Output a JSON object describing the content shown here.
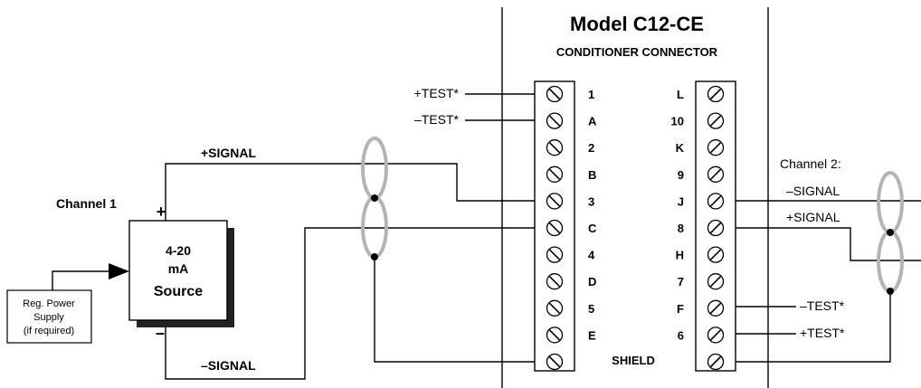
{
  "header": {
    "title": "Model C12-CE",
    "subtitle": "CONDITIONER CONNECTOR"
  },
  "left_pins": [
    "1",
    "A",
    "2",
    "B",
    "3",
    "C",
    "4",
    "D",
    "5",
    "E"
  ],
  "right_pins": [
    "L",
    "10",
    "K",
    "9",
    "J",
    "8",
    "H",
    "7",
    "F",
    "6"
  ],
  "shield_label": "SHIELD",
  "channel1": {
    "label": "Channel 1",
    "plus_sign": "+",
    "minus_sign": "–",
    "source_lines": [
      "4-20",
      "mA",
      "Source"
    ],
    "signal_pos": "+SIGNAL",
    "signal_neg": "–SIGNAL",
    "test_pos": "+TEST*",
    "test_neg": "–TEST*",
    "power_supply_lines": [
      "Reg. Power",
      "Supply",
      "(if required)"
    ]
  },
  "channel2": {
    "label": "Channel 2:",
    "signal_neg": "–SIGNAL",
    "signal_pos": "+SIGNAL",
    "test_neg": "–TEST*",
    "test_pos": "+TEST*"
  },
  "colors": {
    "line": "#000000",
    "cable": "#b4b4b4",
    "shadow": "#222222"
  },
  "icons": {
    "terminal": "screw-terminal-icon",
    "arrow": "arrowhead-icon",
    "cable": "twisted-pair-cable-icon"
  }
}
